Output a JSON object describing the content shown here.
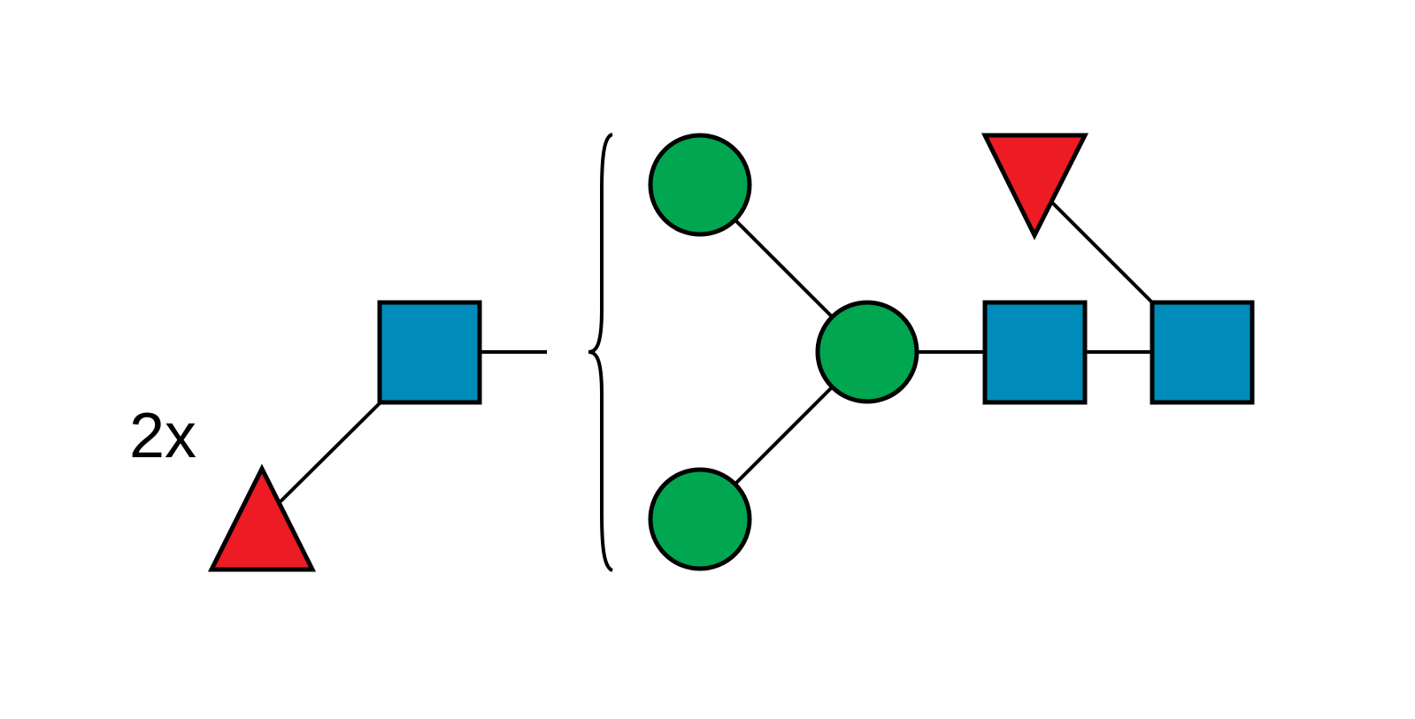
{
  "glycan": {
    "multiplier_label": "2x",
    "colors": {
      "hexnac": "#008cba",
      "hexose": "#00a650",
      "fucose": "#ed1c24",
      "outline": "#000000",
      "background": "#ffffff"
    },
    "residues": [
      {
        "id": "repeat-fuc",
        "symbol": "triangle",
        "type": "fucose",
        "color": "#ed1c24"
      },
      {
        "id": "repeat-glcnac",
        "symbol": "square",
        "type": "hexnac",
        "color": "#008cba"
      },
      {
        "id": "branch-man-top",
        "symbol": "circle",
        "type": "hexose",
        "color": "#00a650"
      },
      {
        "id": "branch-man-bottom",
        "symbol": "circle",
        "type": "hexose",
        "color": "#00a650"
      },
      {
        "id": "core-man",
        "symbol": "circle",
        "type": "hexose",
        "color": "#00a650"
      },
      {
        "id": "core-glcnac-1",
        "symbol": "square",
        "type": "hexnac",
        "color": "#008cba"
      },
      {
        "id": "core-glcnac-2",
        "symbol": "square",
        "type": "hexnac",
        "color": "#008cba"
      },
      {
        "id": "core-fuc",
        "symbol": "triangle",
        "type": "fucose",
        "color": "#ed1c24"
      }
    ]
  }
}
